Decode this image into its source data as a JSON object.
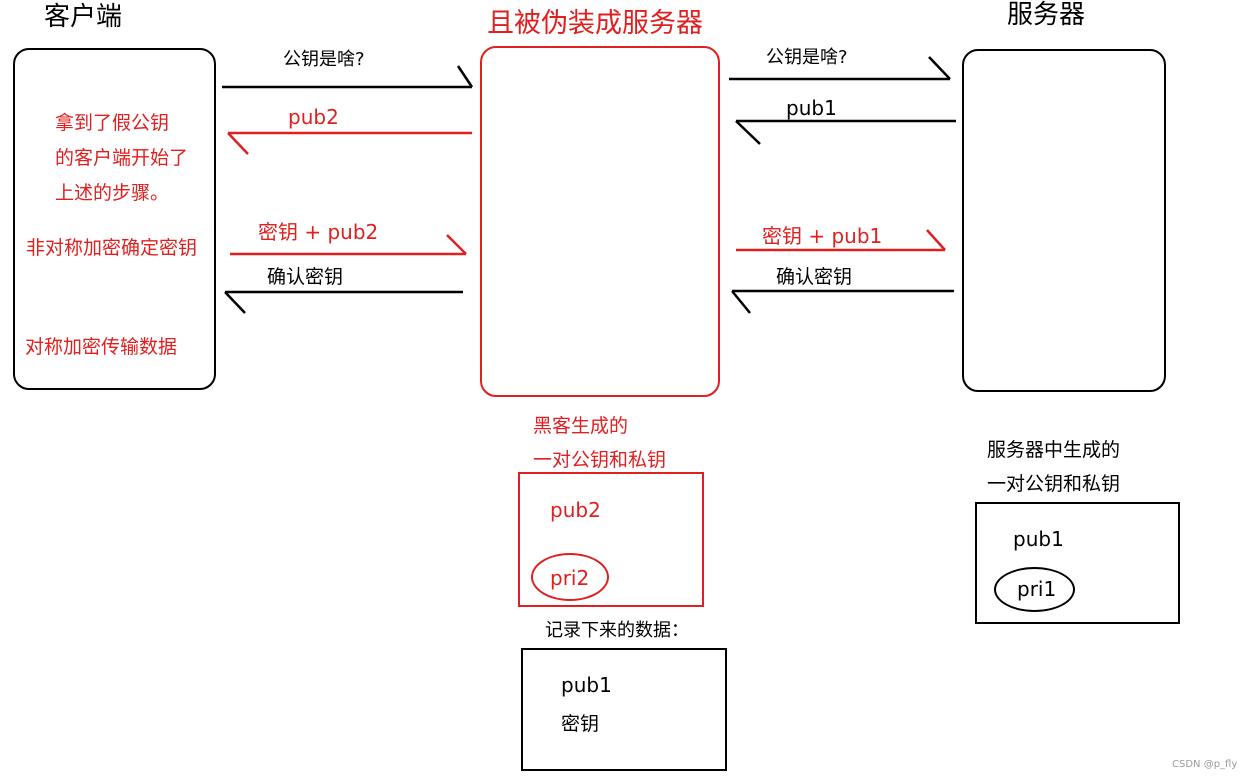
{
  "client": {
    "title": "客户端",
    "notes": [
      "拿到了假公钥",
      "的客户端开始了",
      "上述的步骤。"
    ],
    "step_asym": "非对称加密确定密钥",
    "step_sym": "对称加密传输数据"
  },
  "fake_server": {
    "title": "且被伪装成服务器",
    "generated_caption": [
      "黑客生成的",
      "一对公钥和私钥"
    ],
    "pub_key": "pub2",
    "pri_key": "pri2",
    "recorded_caption": "记录下来的数据：",
    "recorded": [
      "pub1",
      "密钥"
    ]
  },
  "server": {
    "title": "服务器",
    "generated_caption": [
      "服务器中生成的",
      "一对公钥和私钥"
    ],
    "pub_key": "pub1",
    "pri_key": "pri1"
  },
  "left_arrows": {
    "ask": "公钥是啥?",
    "reply": "pub2",
    "send": "密钥 + pub2",
    "confirm": "确认密钥"
  },
  "right_arrows": {
    "ask": "公钥是啥?",
    "reply": "pub1",
    "send": "密钥 + pub1",
    "confirm": "确认密钥"
  },
  "watermark": "CSDN @p_fly",
  "colors": {
    "red": "#e02020",
    "black": "#000000"
  }
}
